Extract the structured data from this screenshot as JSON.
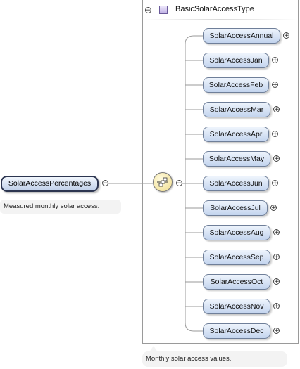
{
  "root_element": {
    "name": "SolarAccessPercentages",
    "documentation": "Measured monthly solar access."
  },
  "complex_type": {
    "name": "BasicSolarAccessType",
    "documentation": "Monthly solar access values."
  },
  "compositor": {
    "icon": "sequence-compositor-icon"
  },
  "children": [
    {
      "name": "SolarAccessAnnual"
    },
    {
      "name": "SolarAccessJan"
    },
    {
      "name": "SolarAccessFeb"
    },
    {
      "name": "SolarAccessMar"
    },
    {
      "name": "SolarAccessApr"
    },
    {
      "name": "SolarAccessMay"
    },
    {
      "name": "SolarAccessJun"
    },
    {
      "name": "SolarAccessJul"
    },
    {
      "name": "SolarAccessAug"
    },
    {
      "name": "SolarAccessSep"
    },
    {
      "name": "SolarAccessOct"
    },
    {
      "name": "SolarAccessNov"
    },
    {
      "name": "SolarAccessDec"
    }
  ],
  "colors": {
    "node_fill_top": "#eef4fc",
    "node_fill_bottom": "#c3d4ee",
    "node_border": "#6f7f99",
    "connector": "#9a9a9a"
  }
}
